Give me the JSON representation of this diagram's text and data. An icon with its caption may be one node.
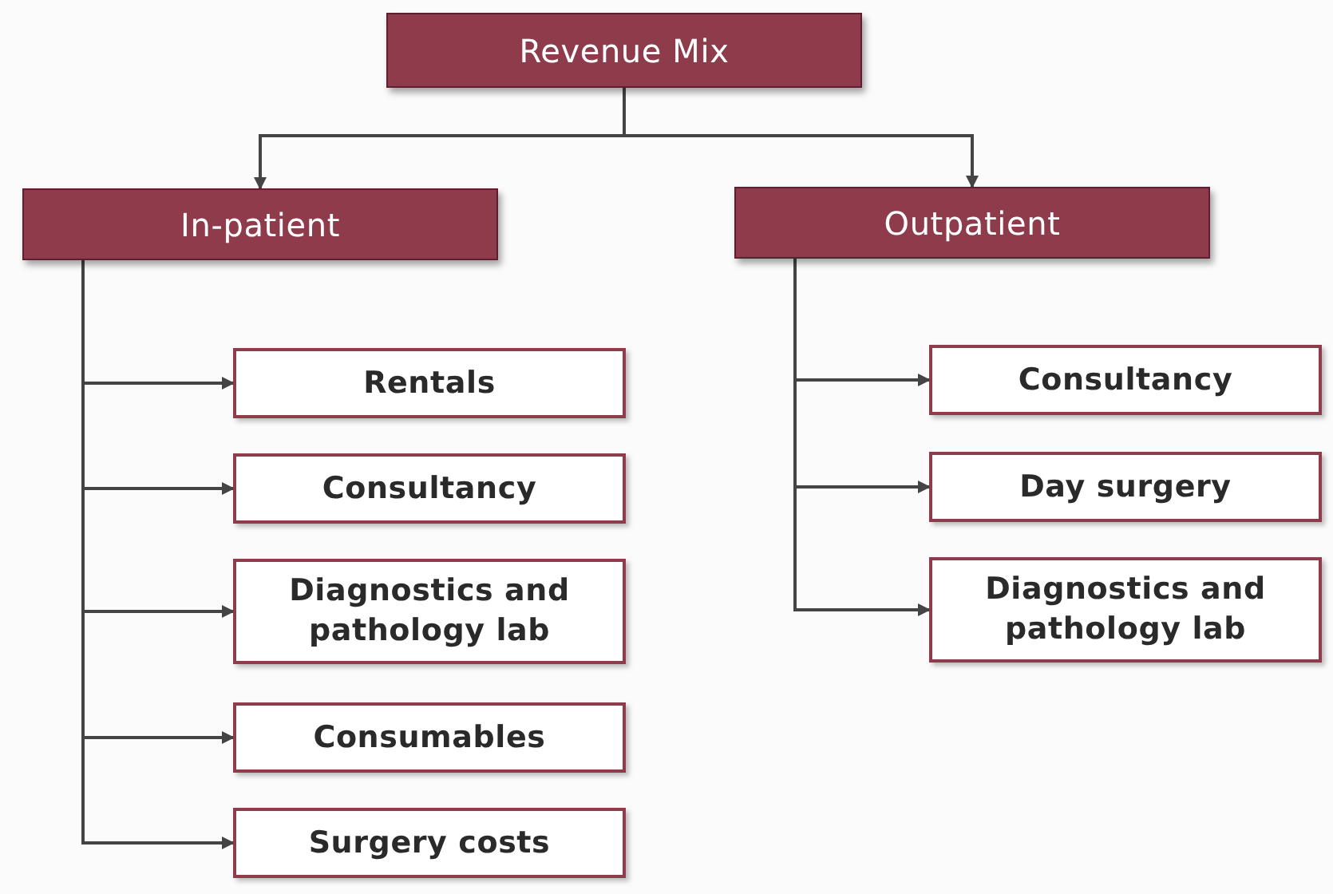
{
  "diagram": {
    "nodes": [
      {
        "text": [
          "Revenue Mix"
        ]
      },
      {
        "text": [
          "In-patient"
        ]
      },
      {
        "text": [
          "Outpatient"
        ]
      },
      {
        "text": [
          "Rentals"
        ]
      },
      {
        "text": [
          "Consultancy"
        ]
      },
      {
        "text": [
          "Diagnostics and pathology lab"
        ]
      },
      {
        "text": [
          "Consumables"
        ]
      },
      {
        "text": [
          "Surgery costs"
        ]
      },
      {
        "text": [
          "Consultancy"
        ]
      },
      {
        "text": [
          "Day surgery"
        ]
      },
      {
        "text": [
          "Diagnostics and pathology lab"
        ]
      }
    ],
    "edges": [
      {
        "from": 0,
        "to": 1,
        "arrow": "to"
      },
      {
        "from": 0,
        "to": 2,
        "arrow": "to"
      },
      {
        "from": 1,
        "to": 3,
        "arrow": "to"
      },
      {
        "from": 1,
        "to": 4,
        "arrow": "to"
      },
      {
        "from": 1,
        "to": 5,
        "arrow": "to"
      },
      {
        "from": 1,
        "to": 6,
        "arrow": "to"
      },
      {
        "from": 1,
        "to": 7,
        "arrow": "to"
      },
      {
        "from": 2,
        "to": 8,
        "arrow": "to"
      },
      {
        "from": 2,
        "to": 9,
        "arrow": "to"
      },
      {
        "from": 2,
        "to": 10,
        "arrow": "to"
      }
    ]
  }
}
